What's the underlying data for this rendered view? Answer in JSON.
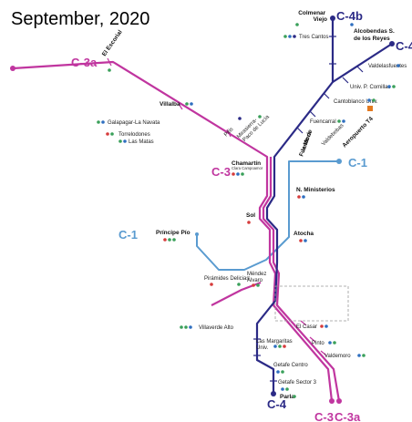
{
  "title": "September, 2020",
  "colors": {
    "c1": "#5a9bd0",
    "c3": "#c0359f",
    "c4": "#2b2a86",
    "blue": "#2f6fc0",
    "green": "#3aa05a",
    "red": "#d63c3c",
    "orange": "#e37a20"
  },
  "line_labels": {
    "c3a_top": "C-3a",
    "c4b": "C-4b",
    "c4a": "C-4",
    "c3_chamartin": "C-3",
    "c1_right": "C-1",
    "c1_left": "C-1",
    "c4_bottom": "C-4",
    "c3_bottom": "C-3",
    "c3a_bottom": "C-3a"
  },
  "stations": {
    "colmenar": "Colmenar\nViejo",
    "alcobendas": "Alcobendas S.\nde los Reyes",
    "tres_cantos": "Tres Cantos",
    "valdelasfuentes": "Valdelasfuentes",
    "el_escorial": "El Escorial",
    "univ_comillas": "Univ. P. Comillas",
    "villalba": "Villalba",
    "cantoblanco": "Cantoblanco Univ.",
    "galapagar": "Galapagar-La Navata",
    "torrelodones": "Torrelodones",
    "las_matas": "Las Matas",
    "fuencarral": "Fuencarral",
    "pitis": "Pitis",
    "mirasierra": "Mirasierra-\nPaco de Lucía",
    "fuente_la_mora": "Fuente de\nla Mora",
    "valdebebas": "Valdebebas",
    "aeropuerto": "Aeropuerto T4",
    "chamartin": "Chamartín",
    "chamartin_sub": "Clara Campoamor",
    "n_ministerios": "N. Ministerios",
    "sol": "Sol",
    "principe_pio": "Príncipe Pío",
    "atocha": "Atocha",
    "piramides": "Pirámides Delicias",
    "mendez_alvaro": "Méndez\nÁlvaro",
    "villaverde": "Villaverde Alto",
    "el_casar": "El Casar",
    "las_margaritas": "Las Margaritas\nUniv.",
    "pinto": "Pinto",
    "valdemoro": "Valdemoro",
    "getafe_centro": "Getafe Centro",
    "getafe_sector3": "Getafe Sector 3",
    "parla": "Parla"
  }
}
